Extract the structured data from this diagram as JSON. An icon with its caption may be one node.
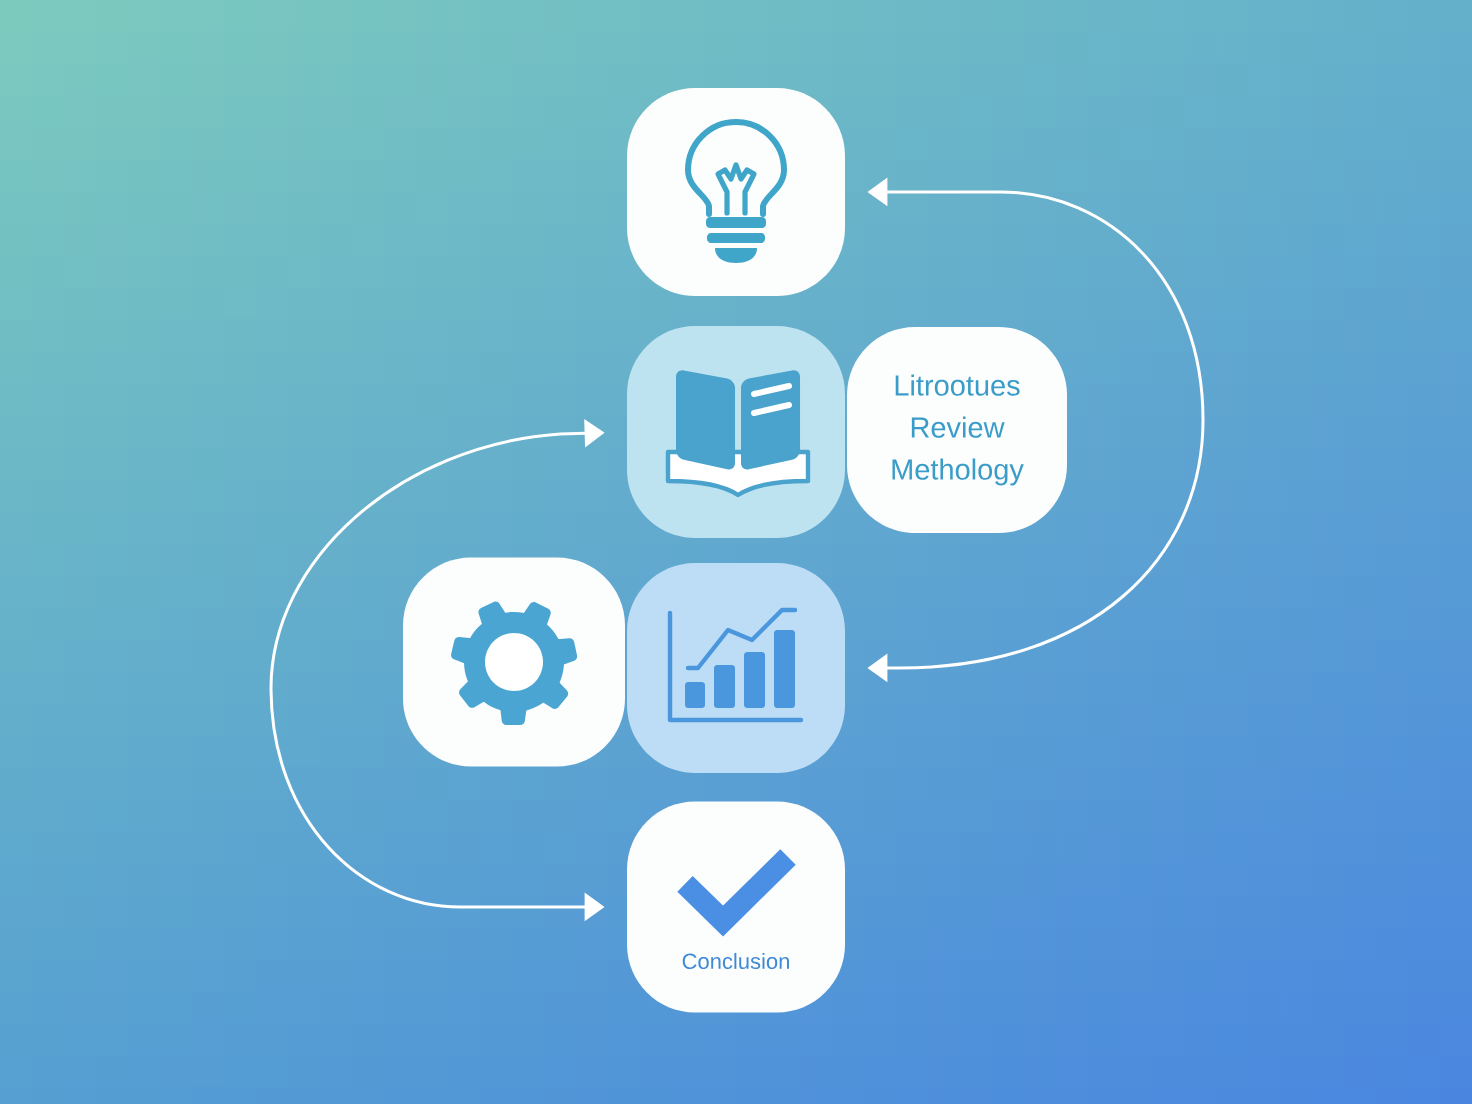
{
  "diagram": {
    "nodes": [
      {
        "text": [],
        "shape": "box"
      },
      {
        "text": [],
        "shape": "box"
      },
      {
        "text": [
          "Litrootues Review Methology"
        ]
      },
      {
        "text": [],
        "shape": "box"
      },
      {
        "text": [],
        "shape": "box"
      },
      {
        "text": [
          "Conclusion"
        ]
      }
    ],
    "edges": [
      {
        "from": 4,
        "to": 0,
        "arrow": "both"
      },
      {
        "from": 1,
        "to": 5,
        "arrow": "both"
      }
    ]
  }
}
